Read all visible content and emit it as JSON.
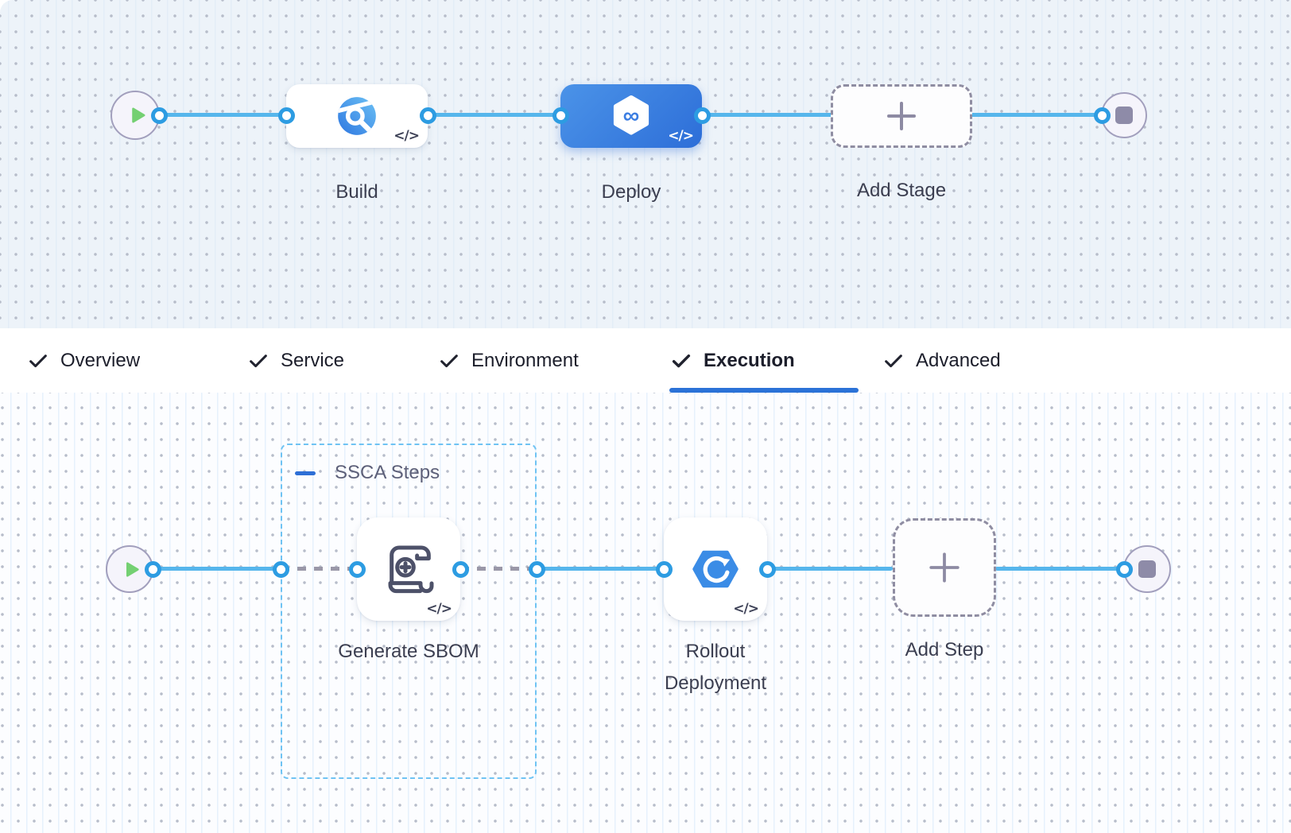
{
  "stage_canvas": {
    "nodes": [
      {
        "label": "Build",
        "kind": "ci-build"
      },
      {
        "label": "Deploy",
        "kind": "cd-deploy",
        "selected": true
      },
      {
        "label": "Add Stage",
        "kind": "add-stage"
      }
    ]
  },
  "tabs": {
    "items": [
      {
        "label": "Overview",
        "checked": true,
        "active": false
      },
      {
        "label": "Service",
        "checked": true,
        "active": false
      },
      {
        "label": "Environment",
        "checked": true,
        "active": false
      },
      {
        "label": "Execution",
        "checked": true,
        "active": true
      },
      {
        "label": "Advanced",
        "checked": true,
        "active": false
      }
    ]
  },
  "execution_canvas": {
    "group": {
      "label": "SSCA Steps",
      "collapsed": false
    },
    "steps": [
      {
        "label": "Generate SBOM",
        "kind": "sbom-step"
      },
      {
        "label": "Rollout Deployment",
        "kind": "rollout-deployment"
      },
      {
        "label": "Add Step",
        "kind": "add-step"
      }
    ]
  },
  "icons": {
    "code_badge": "</>",
    "infinity": "∞"
  },
  "colors": {
    "connector_blue": "#56b6ec",
    "dot_ring_blue": "#2d9ce2",
    "accent_blue": "#2b72d7",
    "play_green": "#74d072",
    "end_gray": "#8e8ba8",
    "node_label": "#3b3e50",
    "dash_gray": "#8f8da2",
    "group_blue": "#6fc3f3"
  }
}
